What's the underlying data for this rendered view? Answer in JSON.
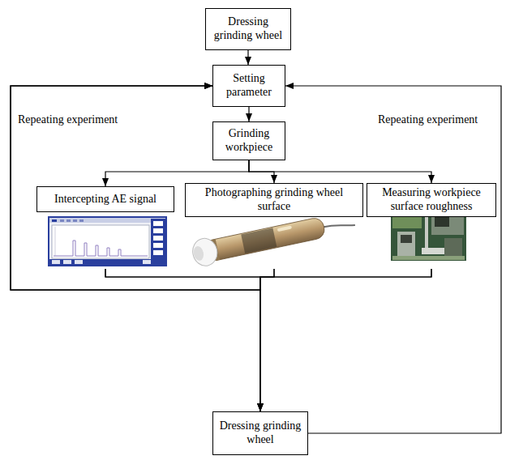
{
  "diagram": {
    "nodes": [
      {
        "text": [
          "Dressing grinding wheel"
        ]
      },
      {
        "text": [
          "Setting parameter"
        ]
      },
      {
        "text": [
          "Grinding workpiece"
        ]
      },
      {
        "text": [
          "Intercepting AE signal"
        ]
      },
      {
        "text": [
          "Photographing grinding wheel surface"
        ]
      },
      {
        "text": [
          "Measuring workpiece surface roughness"
        ]
      },
      {
        "text": [
          "Dressing grinding wheel"
        ]
      }
    ],
    "edges": [
      {
        "from": 0,
        "to": 1,
        "arrow": "to"
      },
      {
        "from": 1,
        "to": 2,
        "arrow": "to"
      },
      {
        "from": 2,
        "to": 3,
        "arrow": "to"
      },
      {
        "from": 2,
        "to": 4,
        "arrow": "to"
      },
      {
        "from": 2,
        "to": 5,
        "arrow": "to"
      },
      {
        "from": 3,
        "to": 6,
        "arrow": "to"
      },
      {
        "from": 4,
        "to": 6,
        "arrow": "to"
      },
      {
        "from": 5,
        "to": 6,
        "arrow": "to"
      },
      {
        "from": 3,
        "to": 1,
        "arrow": "to"
      },
      {
        "from": 4,
        "to": 1,
        "arrow": "to"
      },
      {
        "from": 5,
        "to": 1,
        "arrow": "to"
      },
      {
        "from": 6,
        "to": 1,
        "arrow": "to"
      }
    ],
    "labels": [
      "Repeating experiment",
      "Repeating experiment"
    ]
  }
}
